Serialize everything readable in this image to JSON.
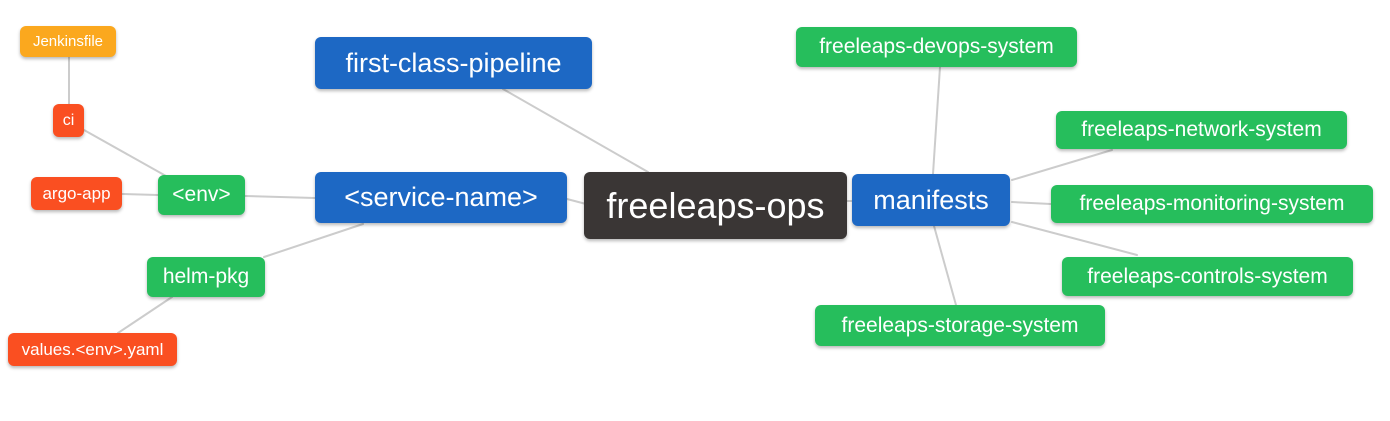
{
  "palette": {
    "blue": "#1D68C4",
    "green": "#26BE5C",
    "red": "#FA4F21",
    "amber": "#FBA81E",
    "dark": "#3A3635",
    "edge_gray": "#CCCCCC",
    "node_text": "#FFFFFF",
    "background": "#FFFFFF"
  },
  "diagram": {
    "type": "mindmap",
    "root_label": "freeleaps-ops",
    "nodes": [
      {
        "id": "freeleaps-ops",
        "label": "freeleaps-ops",
        "color": "dark"
      },
      {
        "id": "first-class-pipeline",
        "label": "first-class-pipeline",
        "color": "blue"
      },
      {
        "id": "service-name",
        "label": "<service-name>",
        "color": "blue"
      },
      {
        "id": "env",
        "label": "<env>",
        "color": "green"
      },
      {
        "id": "ci",
        "label": "ci",
        "color": "red"
      },
      {
        "id": "jenkinsfile",
        "label": "Jenkinsfile",
        "color": "amber"
      },
      {
        "id": "argo-app",
        "label": "argo-app",
        "color": "red"
      },
      {
        "id": "helm-pkg",
        "label": "helm-pkg",
        "color": "green"
      },
      {
        "id": "values-env-yaml",
        "label": "values.<env>.yaml",
        "color": "red"
      },
      {
        "id": "manifests",
        "label": "manifests",
        "color": "blue"
      },
      {
        "id": "freeleaps-devops-system",
        "label": "freeleaps-devops-system",
        "color": "green"
      },
      {
        "id": "freeleaps-network-system",
        "label": "freeleaps-network-system",
        "color": "green"
      },
      {
        "id": "freeleaps-monitoring-system",
        "label": "freeleaps-monitoring-system",
        "color": "green"
      },
      {
        "id": "freeleaps-controls-system",
        "label": "freeleaps-controls-system",
        "color": "green"
      },
      {
        "id": "freeleaps-storage-system",
        "label": "freeleaps-storage-system",
        "color": "green"
      }
    ],
    "edges": [
      {
        "from": "jenkinsfile",
        "to": "ci"
      },
      {
        "from": "ci",
        "to": "env"
      },
      {
        "from": "argo-app",
        "to": "env"
      },
      {
        "from": "env",
        "to": "service-name"
      },
      {
        "from": "service-name",
        "to": "helm-pkg"
      },
      {
        "from": "helm-pkg",
        "to": "values-env-yaml"
      },
      {
        "from": "first-class-pipeline",
        "to": "freeleaps-ops"
      },
      {
        "from": "service-name",
        "to": "freeleaps-ops"
      },
      {
        "from": "freeleaps-ops",
        "to": "manifests"
      },
      {
        "from": "manifests",
        "to": "freeleaps-devops-system"
      },
      {
        "from": "manifests",
        "to": "freeleaps-network-system"
      },
      {
        "from": "manifests",
        "to": "freeleaps-monitoring-system"
      },
      {
        "from": "manifests",
        "to": "freeleaps-controls-system"
      },
      {
        "from": "manifests",
        "to": "freeleaps-storage-system"
      }
    ]
  }
}
